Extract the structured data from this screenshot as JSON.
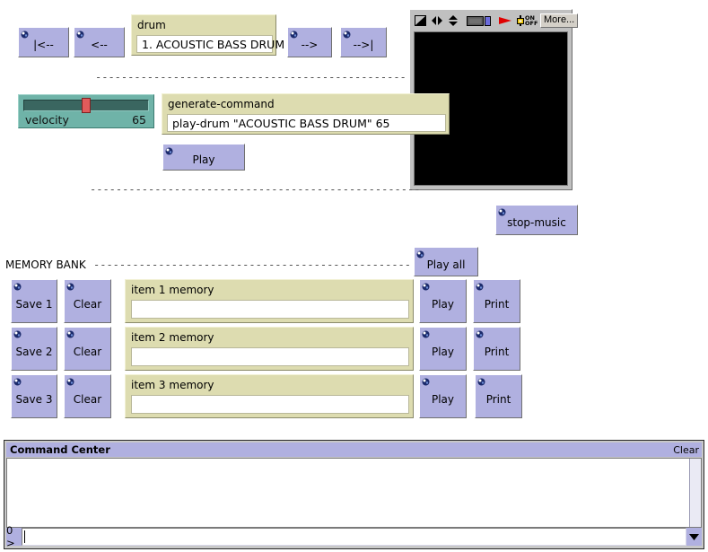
{
  "nav": {
    "first_label": "|<--",
    "prev_label": "<--",
    "next_label": "-->",
    "last_label": "-->|"
  },
  "drum_panel": {
    "title": "drum",
    "value": "1. ACOUSTIC BASS DRUM"
  },
  "separators": {
    "top": "------------------------------------------------",
    "middle": "---------------------------------------------------",
    "memory": "-------------------------------------------------"
  },
  "velocity": {
    "label": "velocity",
    "value": "65",
    "percent": 50
  },
  "generate_panel": {
    "title": "generate-command",
    "value": "play-drum \"ACOUSTIC BASS DRUM\" 65"
  },
  "play_button": {
    "label": "Play"
  },
  "stop_button": {
    "label": "stop-music"
  },
  "world": {
    "toolbar_icons": [
      "paint-bucket-icon",
      "left-right-arrows-icon",
      "up-down-arrows-icon",
      "screen-split-icon",
      "play-arrow-icon",
      "on-off-toggle-icon"
    ],
    "toggle_on_label": "ON",
    "toggle_off_label": "OFF",
    "more_label": "More...",
    "canvas_color": "#000000"
  },
  "memory_bank": {
    "label": "MEMORY BANK",
    "play_all_label": "Play all",
    "rows": [
      {
        "save_label": "Save 1",
        "clear_label": "Clear",
        "title": "item 1 memory",
        "value": "",
        "play_label": "Play",
        "print_label": "Print"
      },
      {
        "save_label": "Save 2",
        "clear_label": "Clear",
        "title": "item 2 memory",
        "value": "",
        "play_label": "Play",
        "print_label": "Print"
      },
      {
        "save_label": "Save 3",
        "clear_label": "Clear",
        "title": "item 3 memory",
        "value": "",
        "play_label": "Play",
        "print_label": "Print"
      }
    ]
  },
  "command_center": {
    "title": "Command Center",
    "clear_label": "Clear",
    "output_text": "",
    "prompt": "0 >",
    "input_value": ""
  },
  "colors": {
    "button_face": "#b0b0e0",
    "panel_face": "#dddcb0",
    "slider_face": "#6fb3a8",
    "slider_knob": "#e05b5b",
    "world_chrome": "#c0c0c0",
    "canvas": "#000000"
  }
}
